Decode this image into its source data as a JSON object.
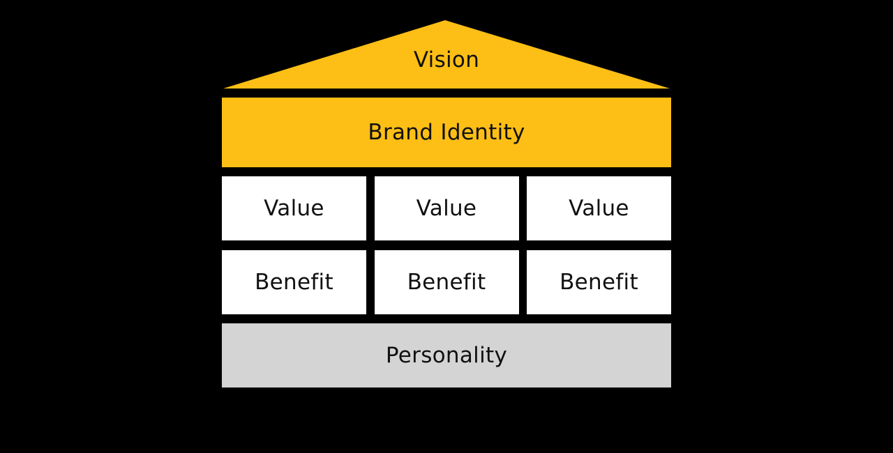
{
  "diagram": {
    "roof": {
      "label": "Vision"
    },
    "identity": {
      "label": "Brand Identity"
    },
    "values": [
      "Value",
      "Value",
      "Value"
    ],
    "benefits": [
      "Benefit",
      "Benefit",
      "Benefit"
    ],
    "foundation": {
      "label": "Personality"
    }
  },
  "colors": {
    "background": "#000000",
    "accent_yellow": "#fdbf15",
    "pillar_white": "#ffffff",
    "foundation_gray": "#d4d4d4",
    "text": "#111111"
  }
}
